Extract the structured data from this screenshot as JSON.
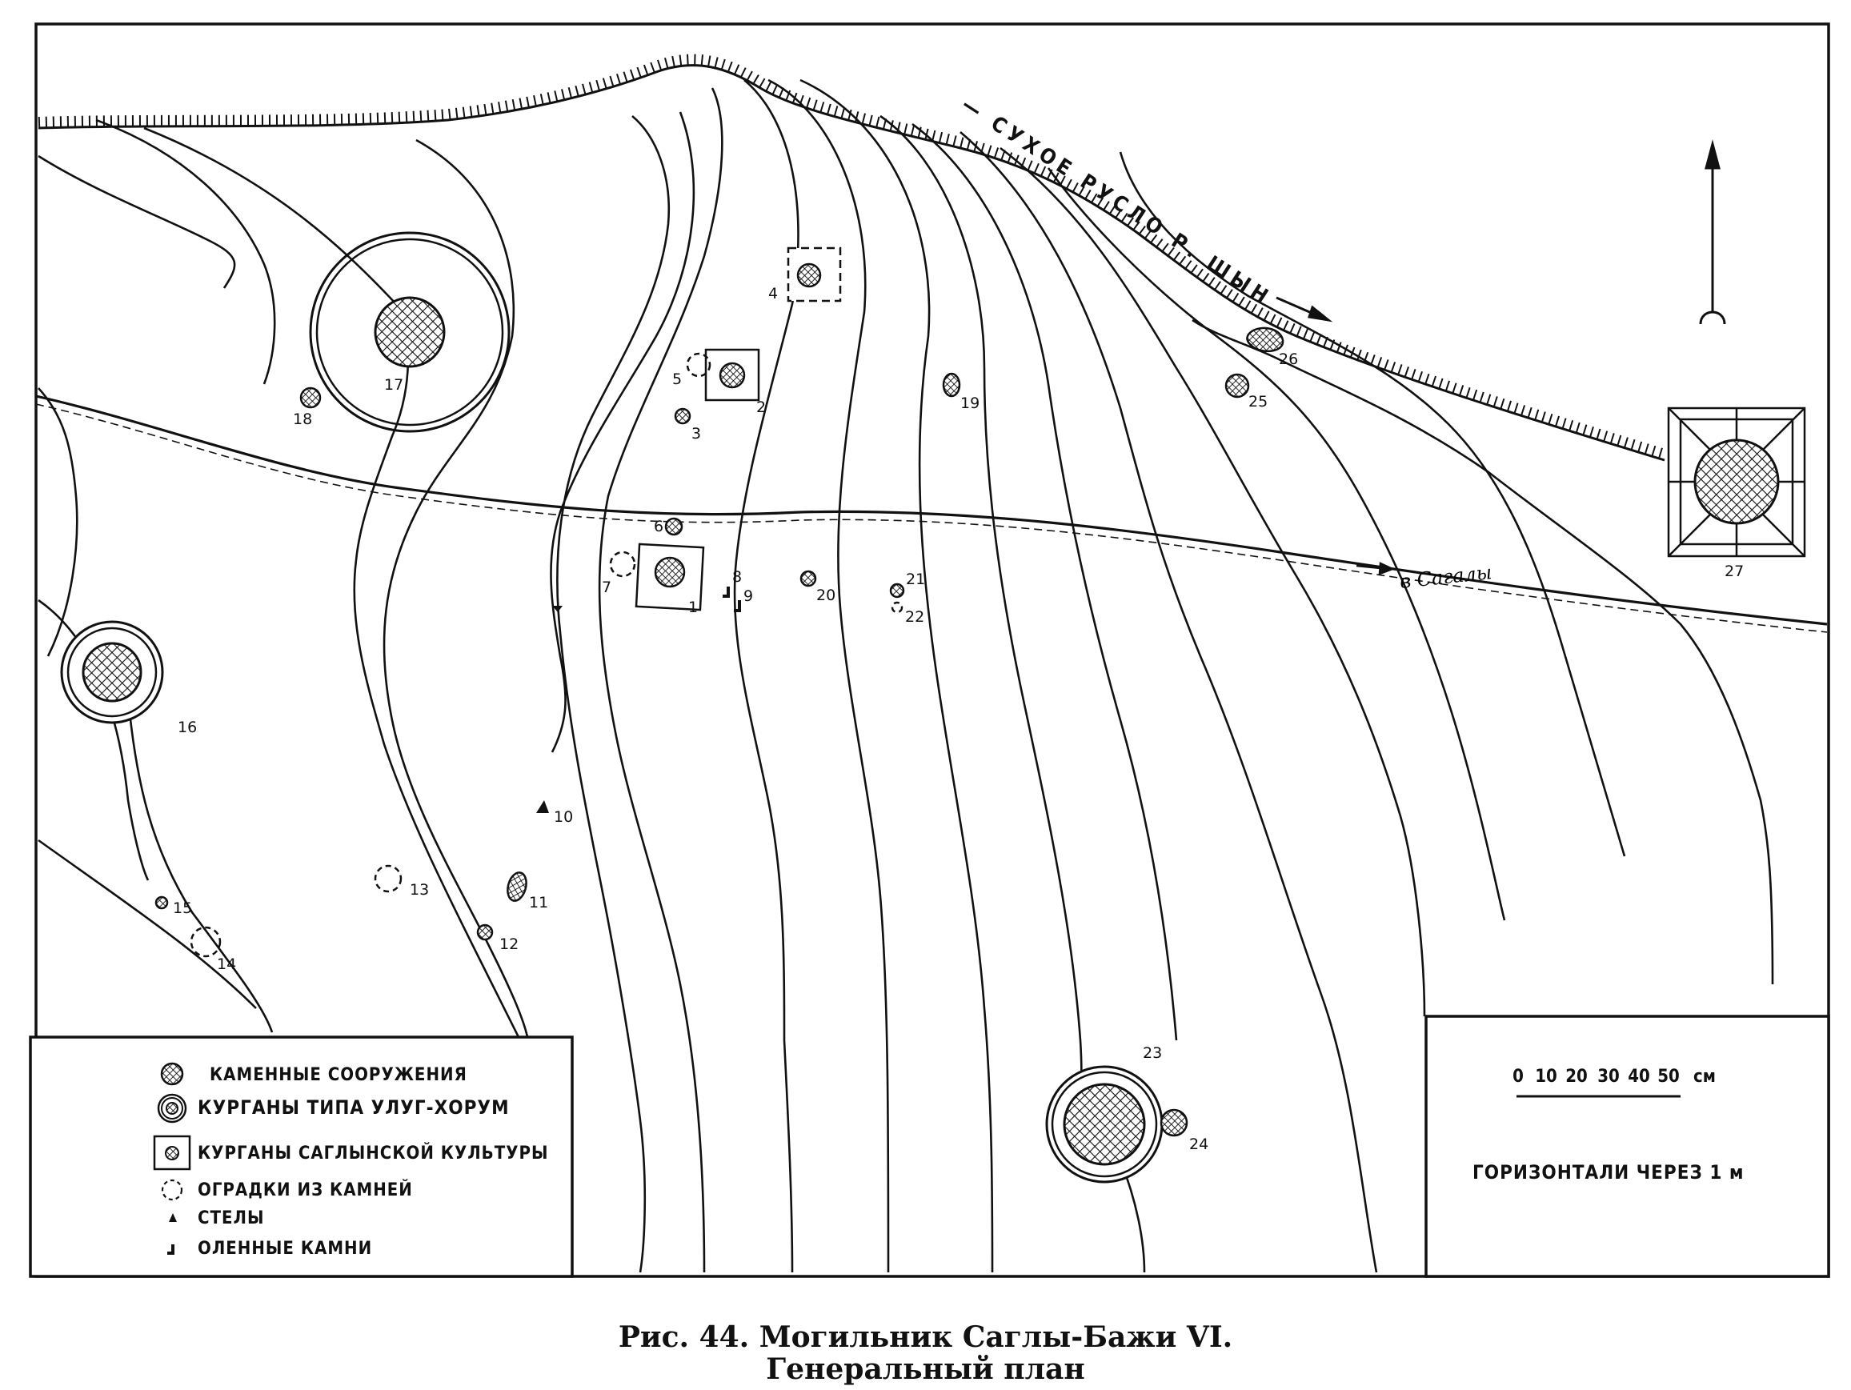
{
  "map": {
    "river_label": "— СУХОЕ РУСЛО Р. ШЫН",
    "road_label": "в Сагалы",
    "features": [
      {
        "id": "1",
        "type": "saglyn-kurgan"
      },
      {
        "id": "2",
        "type": "saglyn-kurgan"
      },
      {
        "id": "3",
        "type": "stone-structure"
      },
      {
        "id": "4",
        "type": "saglyn-kurgan"
      },
      {
        "id": "5",
        "type": "stone-fence"
      },
      {
        "id": "6",
        "type": "stone-structure"
      },
      {
        "id": "7",
        "type": "stone-fence"
      },
      {
        "id": "8",
        "type": "deer-stone"
      },
      {
        "id": "9",
        "type": "deer-stone"
      },
      {
        "id": "10",
        "type": "stele"
      },
      {
        "id": "11",
        "type": "stone-structure"
      },
      {
        "id": "12",
        "type": "stone-structure"
      },
      {
        "id": "13",
        "type": "stone-fence"
      },
      {
        "id": "14",
        "type": "stone-fence"
      },
      {
        "id": "15",
        "type": "stone-structure"
      },
      {
        "id": "16",
        "type": "ulug-khorum-kurgan"
      },
      {
        "id": "17",
        "type": "ulug-khorum-kurgan"
      },
      {
        "id": "18",
        "type": "stone-structure"
      },
      {
        "id": "19",
        "type": "stone-structure"
      },
      {
        "id": "20",
        "type": "stone-structure"
      },
      {
        "id": "21",
        "type": "stone-structure"
      },
      {
        "id": "22",
        "type": "stone-fence"
      },
      {
        "id": "23",
        "type": "ulug-khorum-kurgan"
      },
      {
        "id": "24",
        "type": "stone-structure"
      },
      {
        "id": "25",
        "type": "stone-structure"
      },
      {
        "id": "26",
        "type": "stone-structure"
      },
      {
        "id": "27",
        "type": "large-kurgan"
      }
    ]
  },
  "legend": {
    "items": [
      {
        "symbol": "stone-structure",
        "label": "КАМЕННЫЕ СООРУЖЕНИЯ"
      },
      {
        "symbol": "ulug-khorum-kurgan",
        "label": "КУРГАНЫ ТИПА УЛУГ-ХОРУМ"
      },
      {
        "symbol": "saglyn-kurgan",
        "label": "КУРГАНЫ САГЛЫНСКОЙ КУЛЬТУРЫ"
      },
      {
        "symbol": "stone-fence",
        "label": "ОГРАДКИ ИЗ КАМНЕЙ"
      },
      {
        "symbol": "stele",
        "label": "СТЕЛЫ"
      },
      {
        "symbol": "deer-stone",
        "label": "ОЛЕННЫЕ КАМНИ"
      }
    ]
  },
  "scale": {
    "ticks": [
      "0",
      "10",
      "20",
      "30",
      "40",
      "50",
      "см"
    ],
    "contour_note": "ГОРИЗОНТАЛИ ЧЕРЕЗ 1 м"
  },
  "caption": {
    "line1": "Рис. 44. Могильник Саглы-Бажи VI.",
    "line2": "Генеральный план"
  }
}
